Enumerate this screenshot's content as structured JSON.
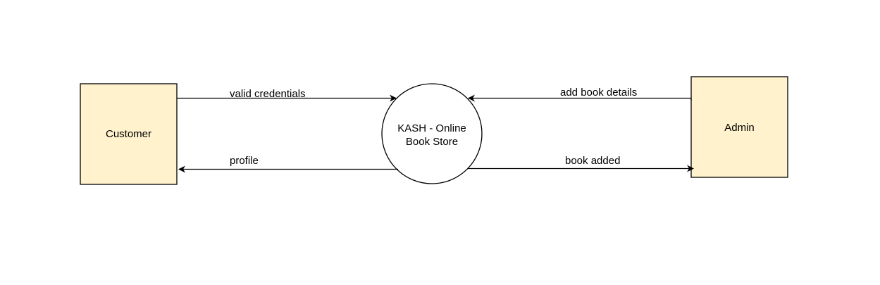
{
  "diagram": {
    "entities": {
      "customer": {
        "label": "Customer"
      },
      "admin": {
        "label": "Admin"
      }
    },
    "process": {
      "line1": "KASH - Online",
      "line2": "Book Store"
    },
    "flows": {
      "valid_credentials": "valid credentials",
      "profile": "profile",
      "add_book_details": "add book details",
      "book_added": "book added"
    },
    "colors": {
      "entity_fill": "#fff2cc",
      "stroke": "#000000",
      "process_fill": "#ffffff"
    }
  }
}
